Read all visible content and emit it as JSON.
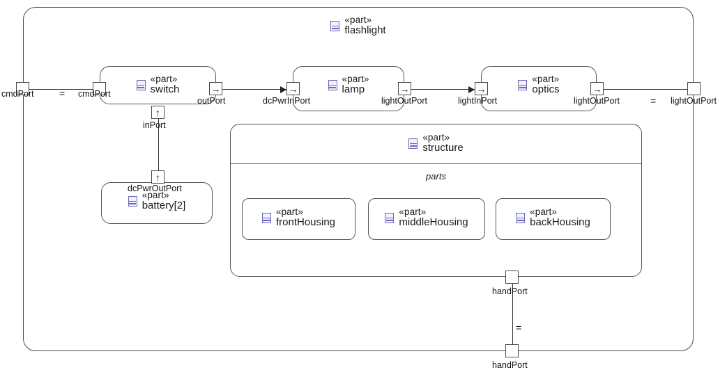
{
  "diagram": {
    "type": "sysml-internal-block-diagram",
    "root": {
      "keyword": "«part»",
      "name": "flashlight",
      "icon": "part-icon"
    }
  },
  "parts": [
    {
      "id": "switch",
      "keyword": "«part»",
      "name": "switch",
      "icon": "part-icon"
    },
    {
      "id": "lamp",
      "keyword": "«part»",
      "name": "lamp",
      "icon": "part-icon"
    },
    {
      "id": "optics",
      "keyword": "«part»",
      "name": "optics",
      "icon": "part-icon"
    },
    {
      "id": "battery",
      "keyword": "«part»",
      "name": "battery[2]",
      "icon": "part-icon"
    },
    {
      "id": "structure",
      "keyword": "«part»",
      "name": "structure",
      "icon": "part-icon"
    },
    {
      "id": "frontHousing",
      "keyword": "«part»",
      "name": "frontHousing",
      "icon": "part-icon"
    },
    {
      "id": "middleHousing",
      "keyword": "«part»",
      "name": "middleHousing",
      "icon": "part-icon"
    },
    {
      "id": "backHousing",
      "keyword": "«part»",
      "name": "backHousing",
      "icon": "part-icon"
    }
  ],
  "compartments": {
    "structure_parts": "parts"
  },
  "ports": {
    "flashlight_cmdPort": {
      "label": "cmdPort",
      "kind": "proxy"
    },
    "switch_cmdPort": {
      "label": "cmdPort",
      "kind": "proxy"
    },
    "switch_outPort": {
      "label": "outPort",
      "kind": "flow-out",
      "glyph": "→"
    },
    "switch_inPort": {
      "label": "inPort",
      "kind": "flow-in",
      "glyph": "↑"
    },
    "battery_dcPwrOutPort": {
      "label": "dcPwrOutPort",
      "kind": "flow-out",
      "glyph": "↑"
    },
    "lamp_dcPwrInPort": {
      "label": "dcPwrInPort",
      "kind": "flow-in",
      "glyph": "→"
    },
    "lamp_lightOutPort": {
      "label": "lightOutPort",
      "kind": "flow-out",
      "glyph": "→"
    },
    "optics_lightInPort": {
      "label": "lightInPort",
      "kind": "flow-in",
      "glyph": "→"
    },
    "optics_lightOutPort": {
      "label": "lightOutPort",
      "kind": "flow-out",
      "glyph": "→"
    },
    "flashlight_lightOutPort": {
      "label": "lightOutPort",
      "kind": "proxy"
    },
    "structure_handPort": {
      "label": "handPort",
      "kind": "proxy"
    },
    "flashlight_handPort": {
      "label": "handPort",
      "kind": "proxy"
    }
  },
  "connectors": [
    {
      "id": "bind-cmd",
      "from": "flashlight_cmdPort",
      "to": "switch_cmdPort",
      "marker": "=",
      "style": "binding"
    },
    {
      "id": "bind-light-out",
      "from": "optics_lightOutPort",
      "to": "flashlight_lightOutPort",
      "marker": "=",
      "style": "binding"
    },
    {
      "id": "bind-hand",
      "from": "structure_handPort",
      "to": "flashlight_handPort",
      "marker": "=",
      "style": "binding"
    },
    {
      "id": "flow-batt-sw",
      "from": "battery_dcPwrOutPort",
      "to": "switch_inPort",
      "marker": "",
      "style": "flow"
    },
    {
      "id": "flow-sw-lamp",
      "from": "switch_outPort",
      "to": "lamp_dcPwrInPort",
      "marker": "",
      "style": "flow"
    },
    {
      "id": "flow-lamp-opt",
      "from": "lamp_lightOutPort",
      "to": "optics_lightInPort",
      "marker": "",
      "style": "flow"
    }
  ],
  "markers": {
    "binding_eq": "="
  },
  "colors": {
    "icon_stroke": "#6b68b8",
    "icon_fill": "#f2f1fb",
    "line": "#333333",
    "border": "#555555",
    "background": "#ffffff"
  }
}
